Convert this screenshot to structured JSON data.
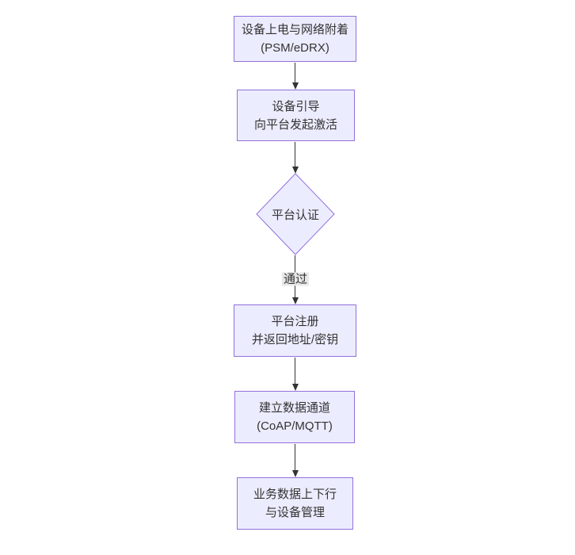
{
  "flowchart": {
    "type": "vertical-flowchart",
    "colors": {
      "node_fill": "#ECECFF",
      "node_border": "#9370DB",
      "text": "#333333",
      "arrow": "#333333",
      "edge_label_bg": "#e8e8e8",
      "background": "#ffffff"
    },
    "nodes": [
      {
        "id": "power-attach",
        "type": "rect",
        "lines": [
          "设备上电与网络附着",
          "(PSM/eDRX)"
        ]
      },
      {
        "id": "bootstrap",
        "type": "rect",
        "lines": [
          "设备引导",
          "向平台发起激活"
        ]
      },
      {
        "id": "platform-auth",
        "type": "diamond",
        "lines": [
          "平台认证"
        ]
      },
      {
        "id": "register",
        "type": "rect",
        "lines": [
          "平台注册",
          "并返回地址/密钥"
        ]
      },
      {
        "id": "data-channel",
        "type": "rect",
        "lines": [
          "建立数据通道",
          "(CoAP/MQTT)"
        ]
      },
      {
        "id": "business",
        "type": "rect",
        "lines": [
          "业务数据上下行",
          "与设备管理"
        ]
      }
    ],
    "edges": [
      {
        "from": "power-attach",
        "to": "bootstrap",
        "label": ""
      },
      {
        "from": "bootstrap",
        "to": "platform-auth",
        "label": ""
      },
      {
        "from": "platform-auth",
        "to": "register",
        "label": "通过"
      },
      {
        "from": "register",
        "to": "data-channel",
        "label": ""
      },
      {
        "from": "data-channel",
        "to": "business",
        "label": ""
      }
    ]
  }
}
